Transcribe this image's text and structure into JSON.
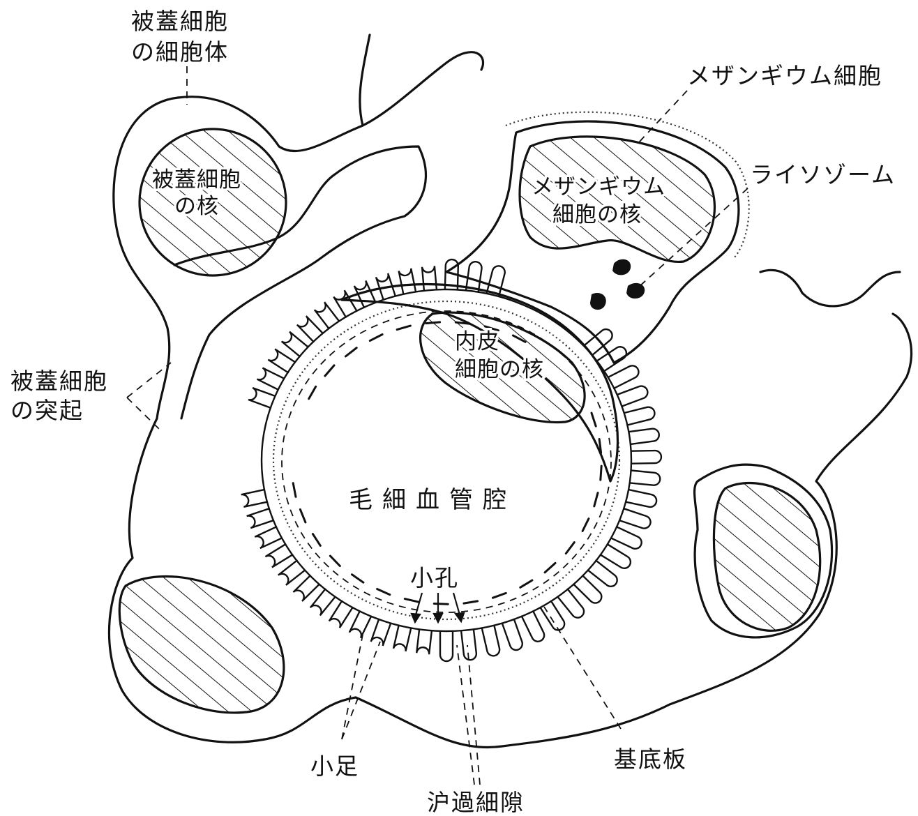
{
  "labels": {
    "podocyte_body_1": "被蓋細胞",
    "podocyte_body_2": "の細胞体",
    "mesangial_cell": "メザンギウム細胞",
    "lysosome": "ライソゾーム",
    "podocyte_nucleus_1": "被蓋細胞",
    "podocyte_nucleus_2": "の核",
    "mesangial_nucleus_1": "メザンギウム",
    "mesangial_nucleus_2": "細胞の核",
    "endothelial_nucleus_1": "内皮",
    "endothelial_nucleus_2": "細胞の核",
    "podocyte_process_1": "被蓋細胞",
    "podocyte_process_2": "の突起",
    "capillary_lumen": "毛細血管腔",
    "pore": "小孔",
    "foot_process": "小足",
    "filtration_slit": "沪過細隙",
    "basal_lamina": "基底板"
  },
  "colors": {
    "ink": "#111111",
    "paper": "#ffffff"
  }
}
